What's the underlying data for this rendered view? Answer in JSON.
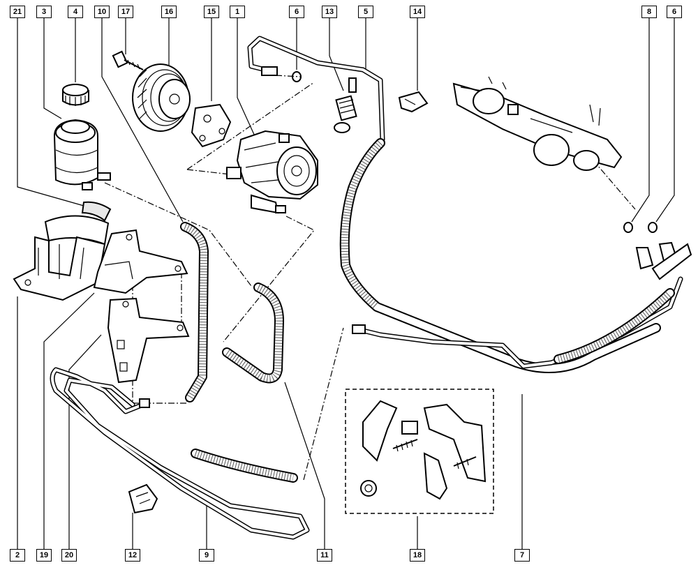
{
  "callouts": [
    {
      "id": "c21",
      "label": "21"
    },
    {
      "id": "c3",
      "label": "3"
    },
    {
      "id": "c4",
      "label": "4"
    },
    {
      "id": "c10",
      "label": "10"
    },
    {
      "id": "c17",
      "label": "17"
    },
    {
      "id": "c16",
      "label": "16"
    },
    {
      "id": "c15",
      "label": "15"
    },
    {
      "id": "c1",
      "label": "1"
    },
    {
      "id": "c6a",
      "label": "6"
    },
    {
      "id": "c13",
      "label": "13"
    },
    {
      "id": "c5",
      "label": "5"
    },
    {
      "id": "c14",
      "label": "14"
    },
    {
      "id": "c8",
      "label": "8"
    },
    {
      "id": "c6b",
      "label": "6"
    },
    {
      "id": "c2",
      "label": "2"
    },
    {
      "id": "c19",
      "label": "19"
    },
    {
      "id": "c20",
      "label": "20"
    },
    {
      "id": "c12",
      "label": "12"
    },
    {
      "id": "c9",
      "label": "9"
    },
    {
      "id": "c11",
      "label": "11"
    },
    {
      "id": "c18",
      "label": "18"
    },
    {
      "id": "c7",
      "label": "7"
    }
  ]
}
